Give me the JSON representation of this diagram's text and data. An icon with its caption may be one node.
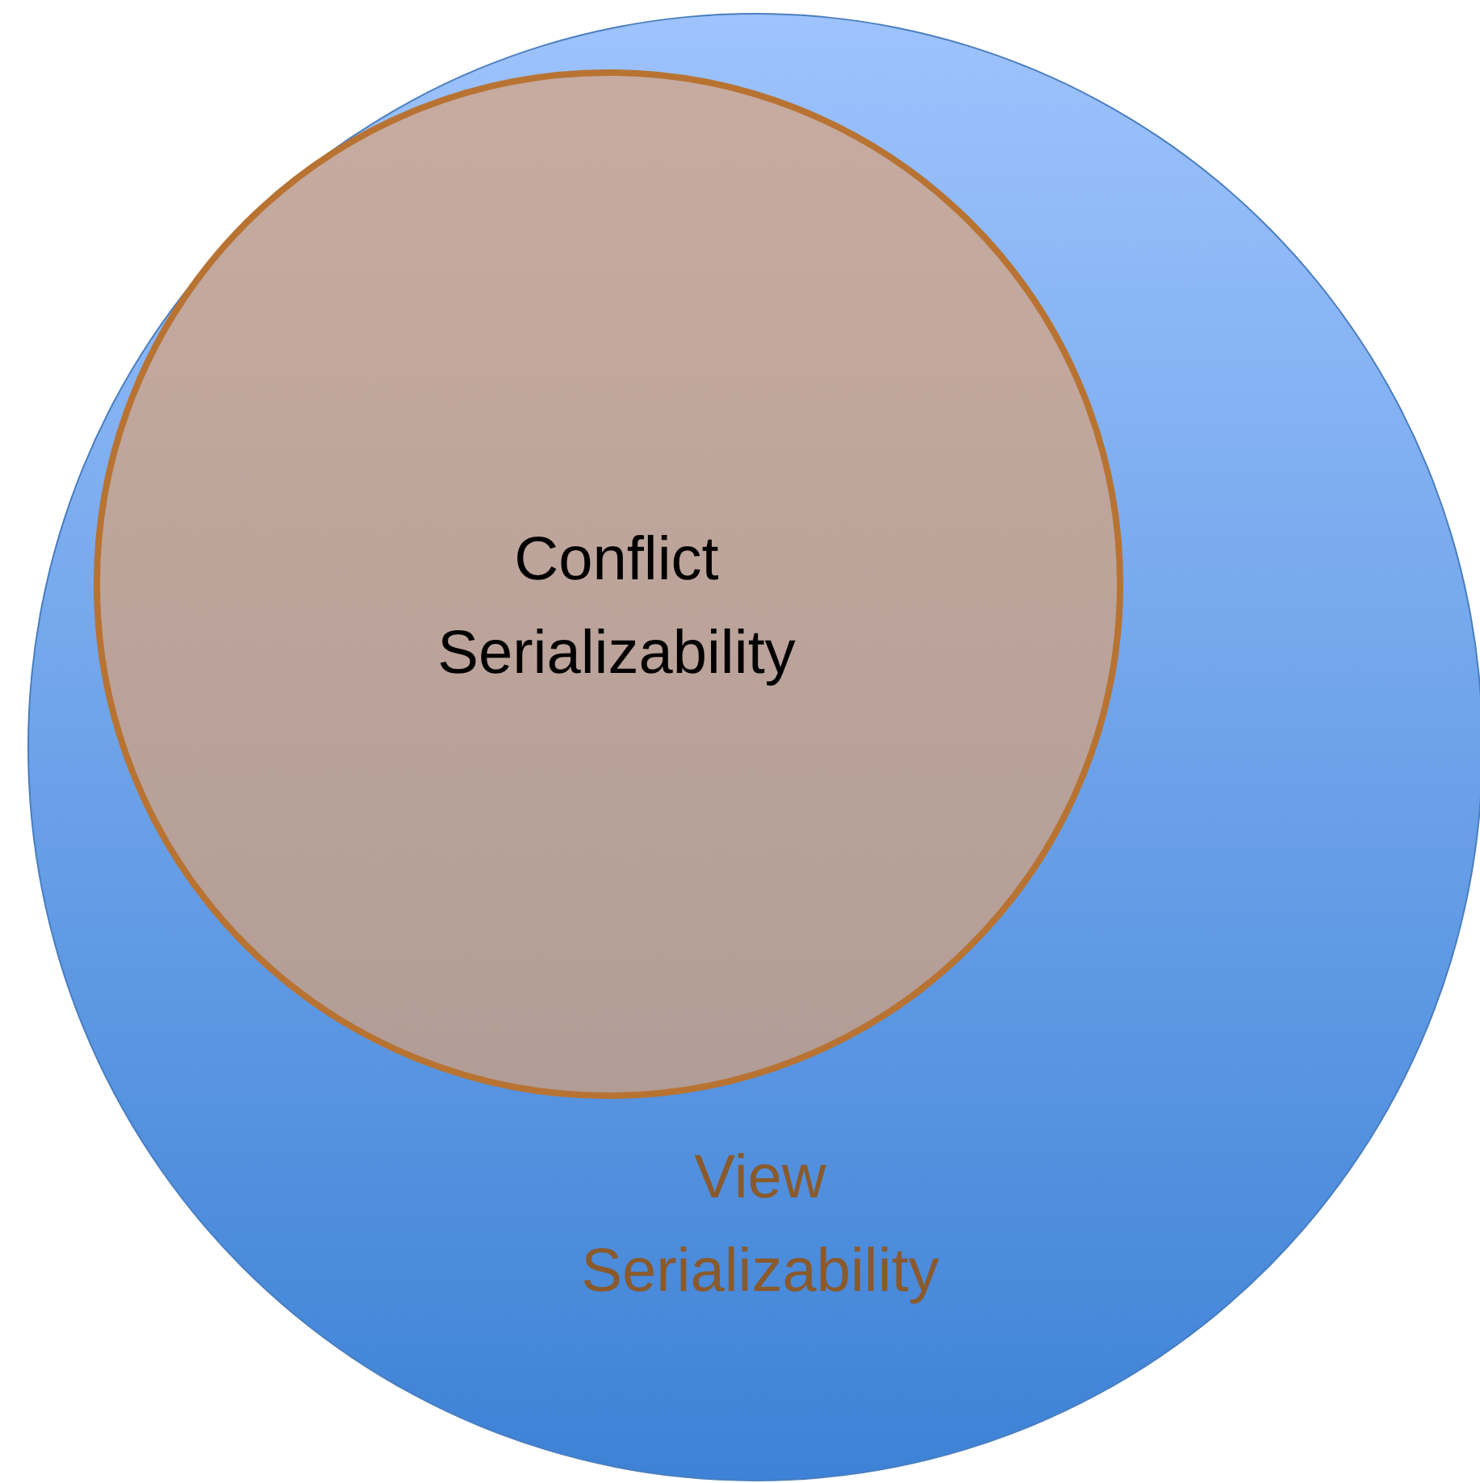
{
  "diagram": {
    "nodes": [
      {
        "text": [
          "View Serializability"
        ]
      },
      {
        "text": [
          "Conflict Serializability"
        ],
        "in": 0
      }
    ]
  }
}
